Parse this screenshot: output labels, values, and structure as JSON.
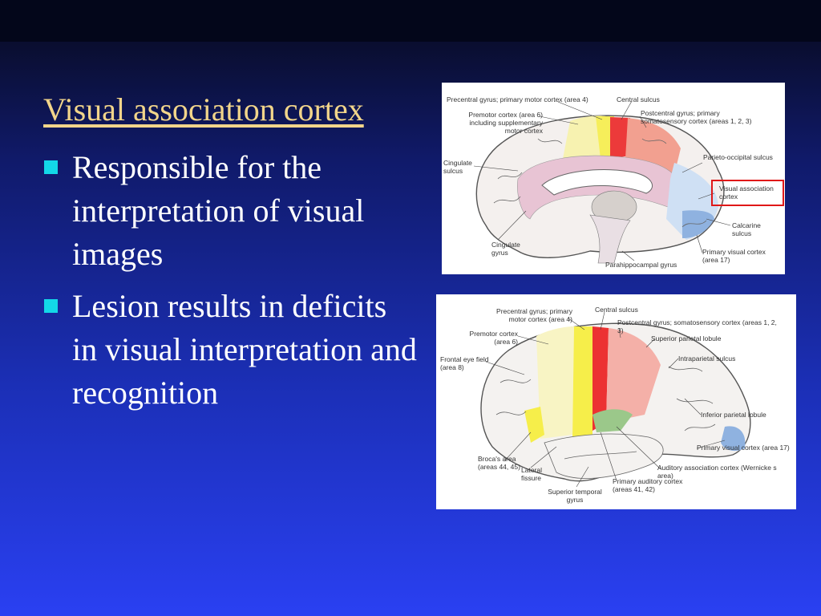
{
  "slide": {
    "title": "Visual association cortex",
    "bullets": [
      "Responsible for the interpretation of visual images",
      "Lesion results in deficits in visual interpretation and recognition"
    ]
  },
  "medial_view": {
    "labels": {
      "precentral": "Precentral gyrus; primary motor cortex (area 4)",
      "central_sulcus": "Central sulcus",
      "premotor": "Premotor cortex (area 6) including supplementary motor cortex",
      "postcentral": "Postcentral gyrus; primary somatosensory cortex (areas 1, 2, 3)",
      "cingulate_sulcus": "Cingulate sulcus",
      "parieto_occipital": "Parieto-occipital sulcus",
      "visual_association": "Visual association cortex",
      "calcarine": "Calcarine sulcus",
      "cingulate_gyrus": "Cingulate gyrus",
      "primary_visual": "Primary visual cortex (area 17)",
      "parahippocampal": "Parahippocampal gyrus"
    }
  },
  "lateral_view": {
    "labels": {
      "precentral": "Precentral gyrus; primary motor cortex (area 4)",
      "central_sulcus": "Central sulcus",
      "postcentral": "Postcentral gyrus; somatosensory cortex (areas 1, 2, 3)",
      "premotor": "Premotor cortex (area 6)",
      "superior_parietal": "Superior parietal lobule",
      "frontal_eye": "Frontal eye field (area 8)",
      "intraparietal": "Intraparietal sulcus",
      "inferior_parietal": "Inferior parietal lobule",
      "brocas": "Broca's area (areas 44, 45)",
      "primary_visual": "Primary visual cortex (area 17)",
      "lateral_fissure": "Lateral fissure",
      "auditory_association": "Auditory association cortex (Wernicke s area)",
      "primary_auditory": "Primary auditory cortex (areas 41, 42)",
      "superior_temporal": "Superior temporal gyrus"
    }
  }
}
